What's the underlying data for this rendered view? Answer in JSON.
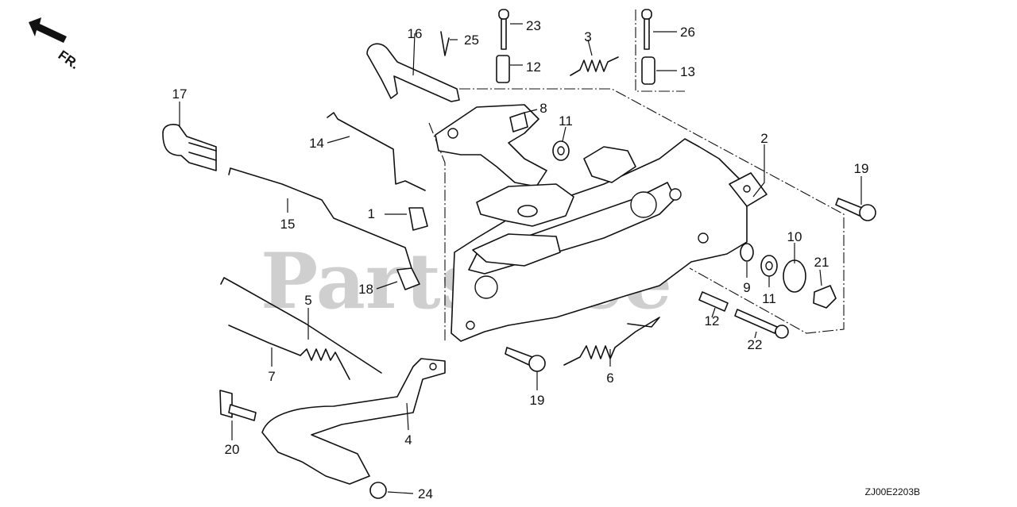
{
  "watermark": "PartsTree",
  "orientation": {
    "label": "FR."
  },
  "diagram_code": "ZJ00E2203B",
  "callouts": [
    {
      "id": "c1",
      "text": "1"
    },
    {
      "id": "c2",
      "text": "2"
    },
    {
      "id": "c3",
      "text": "3"
    },
    {
      "id": "c4",
      "text": "4"
    },
    {
      "id": "c5",
      "text": "5"
    },
    {
      "id": "c6",
      "text": "6"
    },
    {
      "id": "c7",
      "text": "7"
    },
    {
      "id": "c8",
      "text": "8"
    },
    {
      "id": "c9",
      "text": "9"
    },
    {
      "id": "c10",
      "text": "10"
    },
    {
      "id": "c11a",
      "text": "11"
    },
    {
      "id": "c11b",
      "text": "11"
    },
    {
      "id": "c12a",
      "text": "12"
    },
    {
      "id": "c12b",
      "text": "12"
    },
    {
      "id": "c13",
      "text": "13"
    },
    {
      "id": "c14",
      "text": "14"
    },
    {
      "id": "c15",
      "text": "15"
    },
    {
      "id": "c16",
      "text": "16"
    },
    {
      "id": "c17",
      "text": "17"
    },
    {
      "id": "c18",
      "text": "18"
    },
    {
      "id": "c19a",
      "text": "19"
    },
    {
      "id": "c19b",
      "text": "19"
    },
    {
      "id": "c20",
      "text": "20"
    },
    {
      "id": "c21",
      "text": "21"
    },
    {
      "id": "c22",
      "text": "22"
    },
    {
      "id": "c23",
      "text": "23"
    },
    {
      "id": "c24",
      "text": "24"
    },
    {
      "id": "c25",
      "text": "25"
    },
    {
      "id": "c26",
      "text": "26"
    }
  ]
}
